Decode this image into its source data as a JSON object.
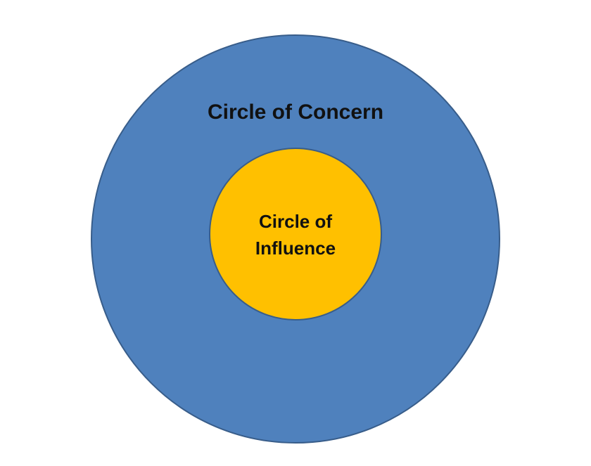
{
  "diagram": {
    "outer_circle": {
      "label": "Circle of Concern",
      "fill": "#4F81BD",
      "stroke": "#385D8A"
    },
    "inner_circle": {
      "label_line1": "Circle of",
      "label_line2": "Influence",
      "fill": "#FFC000",
      "stroke": "#385D8A"
    }
  }
}
